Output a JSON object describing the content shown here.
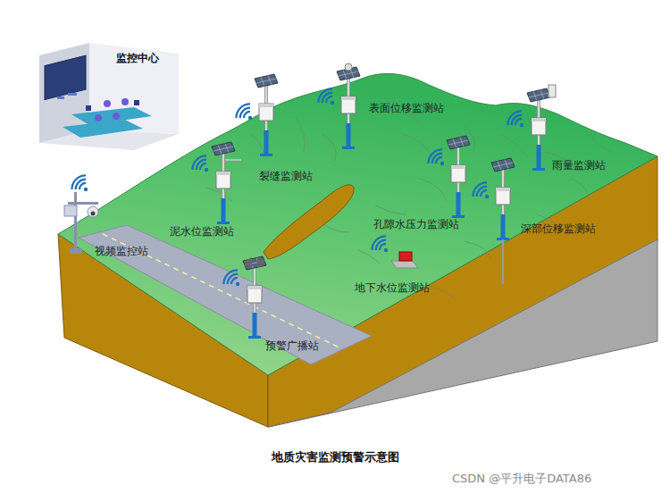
{
  "diagram": {
    "caption": "地质灾害监测预警示意图",
    "labels": [
      "监控中心",
      "表面位移监测站",
      "裂缝监测站",
      "雨量监测站",
      "泥水位监测站",
      "孔隙水压力监测站",
      "深部位移监测站",
      "视频监控站",
      "地下水位监测站",
      "预警广播站",
      "CSDN @平升电子DATA86"
    ]
  }
}
